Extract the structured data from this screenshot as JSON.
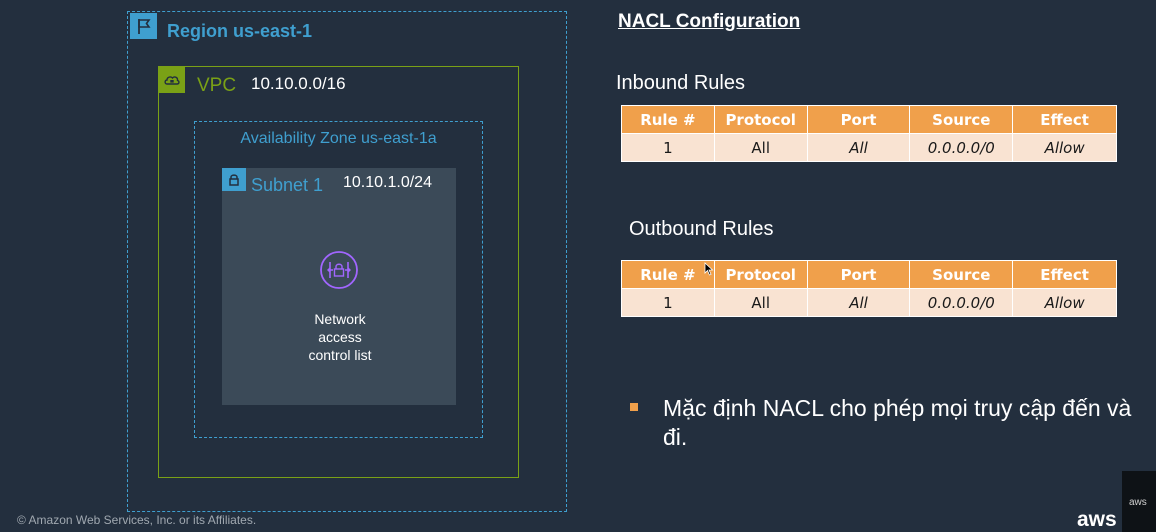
{
  "diagram": {
    "region": {
      "label": "Region us-east-1",
      "icon": "flag-icon"
    },
    "vpc": {
      "label": "VPC",
      "cidr": "10.10.0.0/16",
      "icon": "cloud-lock-icon"
    },
    "az": {
      "label": "Availability Zone us-east-1a"
    },
    "subnet": {
      "label": "Subnet 1",
      "cidr": "10.10.1.0/24",
      "icon": "padlock-icon"
    },
    "nacl": {
      "line1": "Network",
      "line2": "access",
      "line3": "control list",
      "icon": "nacl-icon"
    }
  },
  "config": {
    "title": "NACL Configuration",
    "inbound": {
      "title": "Inbound Rules",
      "headers": [
        "Rule #",
        "Protocol",
        "Port",
        "Source",
        "Effect"
      ],
      "rows": [
        [
          "1",
          "All",
          "All",
          "0.0.0.0/0",
          "Allow"
        ]
      ]
    },
    "outbound": {
      "title": "Outbound Rules",
      "headers": [
        "Rule #",
        "Protocol",
        "Port",
        "Source",
        "Effect"
      ],
      "rows": [
        [
          "1",
          "All",
          "All",
          "0.0.0.0/0",
          "Allow"
        ]
      ]
    },
    "bullet": "Mặc định NACL cho phép mọi truy cập đến và đi."
  },
  "footer": {
    "copyright": "© Amazon Web Services, Inc. or its Affiliates.",
    "logo": "aws",
    "corner": "aws"
  },
  "colors": {
    "background": "#232f3e",
    "region": "#3f9fcf",
    "vpc": "#7aa116",
    "header": "#f0a04b",
    "cell": "#f9e3d2"
  }
}
